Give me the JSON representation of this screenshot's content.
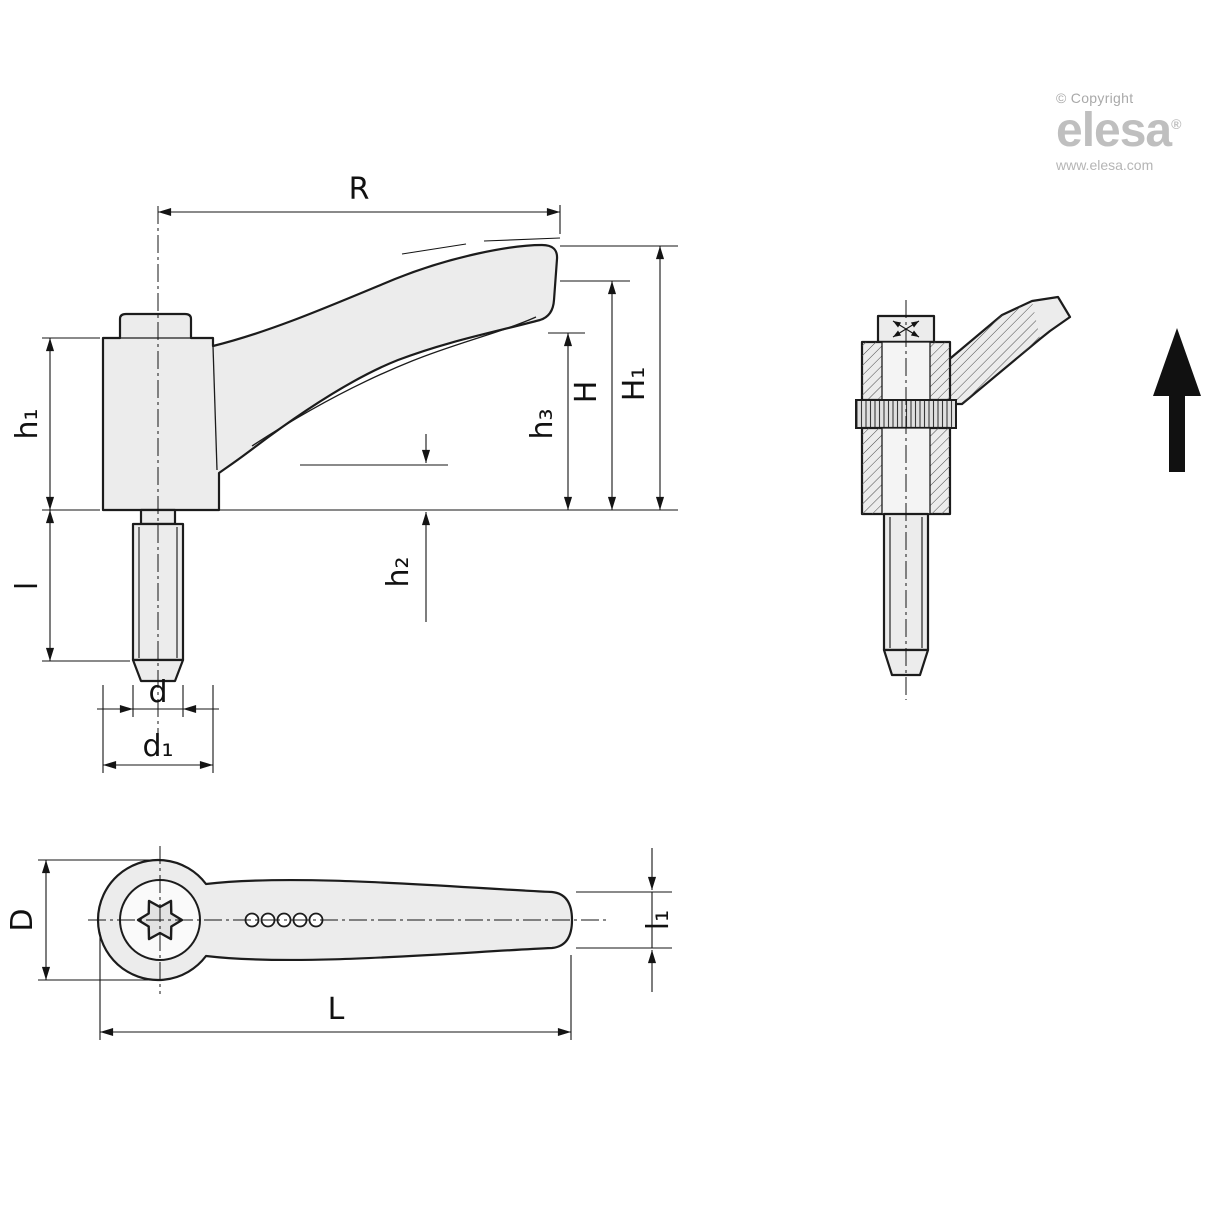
{
  "branding": {
    "copyright": "© Copyright",
    "logo": "elesa",
    "registered": "®",
    "website": "www.elesa.com"
  },
  "side_view": {
    "dim_R": "R",
    "dim_h1": "h₁",
    "dim_l": "l",
    "dim_d": "d",
    "dim_d1": "d₁",
    "dim_h2": "h₂",
    "dim_h3": "h₃",
    "dim_H": "H",
    "dim_H1": "H₁"
  },
  "top_view": {
    "dim_D": "D",
    "dim_L": "L",
    "dim_l1": "l₁"
  },
  "colors": {
    "line": "#1c1c1c",
    "part_fill": "#ececec",
    "dimension": "#141414",
    "logo_gray": "#bfbfbf",
    "direction_arrow": "#111111"
  }
}
